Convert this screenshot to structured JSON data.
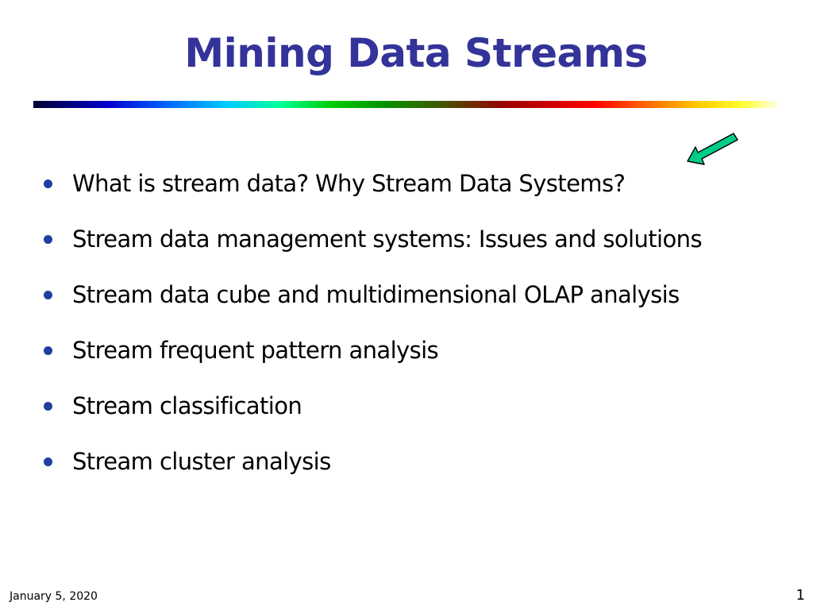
{
  "slide": {
    "title": "Mining Data Streams",
    "bullets": [
      "What is stream data?  Why Stream Data Systems?",
      "Stream data management systems: Issues and solutions",
      "Stream data cube and multidimensional OLAP analysis",
      "Stream frequent pattern analysis",
      "Stream classification",
      "Stream cluster analysis"
    ],
    "footer_date": "January 5, 2020",
    "page_number": "1"
  },
  "colors": {
    "title": "#333399",
    "bullet_dot": "#1f3f9f",
    "arrow_fill": "#00cc88",
    "arrow_stroke": "#000000"
  },
  "icons": {
    "pointer_arrow": "arrow-pointing-left-down-icon"
  }
}
